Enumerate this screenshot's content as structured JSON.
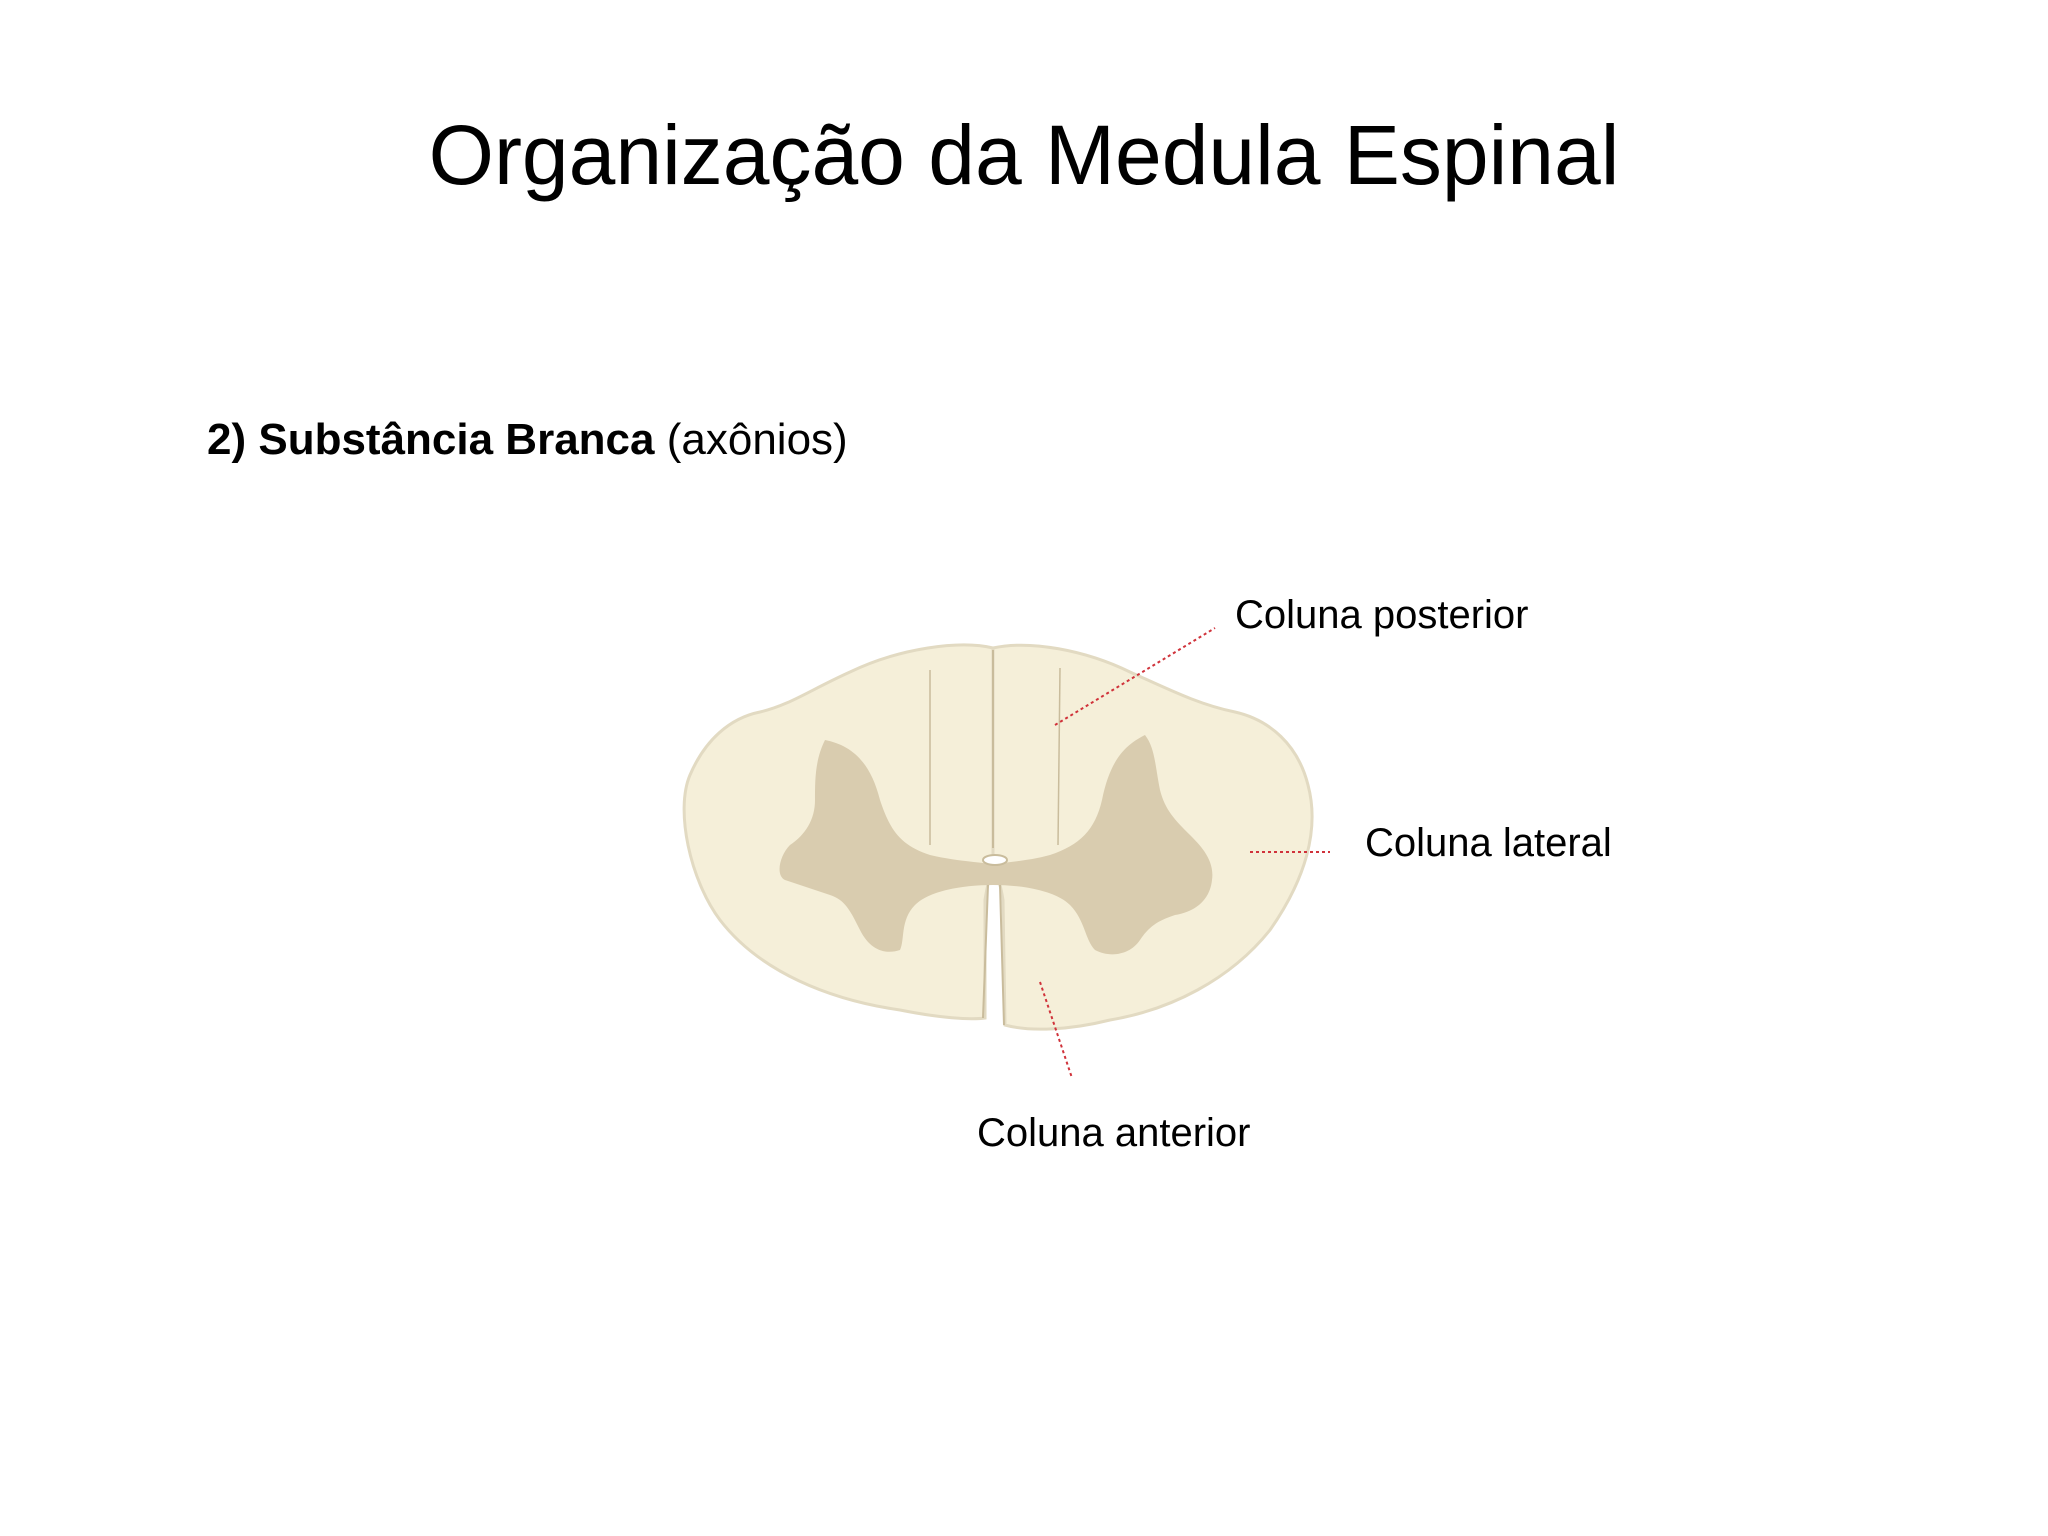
{
  "slide": {
    "title": "Organização da Medula Espinal",
    "bullet": {
      "number_and_term": "2) Substância Branca",
      "note": " (axônios)"
    }
  },
  "diagram": {
    "labels": {
      "posterior": "Coluna posterior",
      "lateral": "Coluna lateral",
      "anterior": "Coluna anterior"
    },
    "colors": {
      "white_matter": "#f5efd9",
      "gray_matter": "#d9ccaf",
      "outline": "#e2dac2",
      "fissure_lines": "#c9bc9c",
      "leader_lines": "#d0323a"
    }
  }
}
